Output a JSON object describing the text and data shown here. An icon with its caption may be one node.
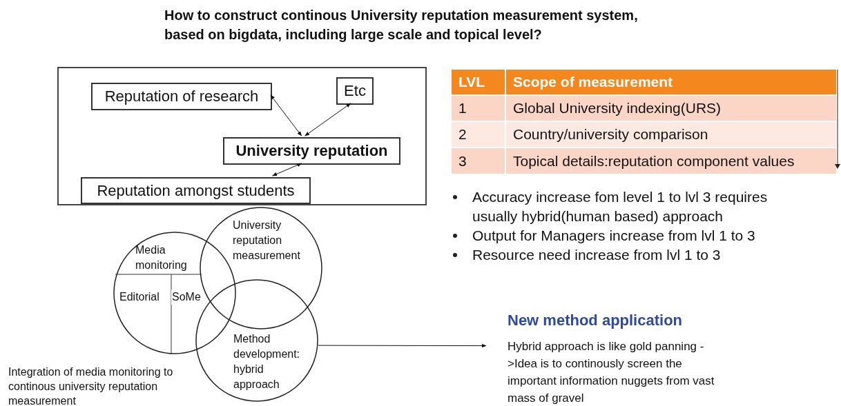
{
  "diagram": {
    "title": "How to construct continous University reputation measurement system, based on bigdata, including large scale and topical level?",
    "nodes": [
      {
        "text": [],
        "shape": "box"
      },
      {
        "text": [
          "Reputation of research"
        ],
        "in": 0
      },
      {
        "text": [
          "Etc"
        ],
        "in": 0
      },
      {
        "text": [
          "University reputation"
        ],
        "in": 0
      },
      {
        "text": [
          "Reputation amongst students"
        ],
        "in": 0
      },
      {
        "text": [
          "Media monitoring",
          "Editorial",
          "SoMe"
        ]
      },
      {
        "text": [
          "University reputation measurement"
        ]
      },
      {
        "text": [
          "Method development: hybrid approach"
        ]
      },
      {
        "text": [
          "New method application",
          "Hybrid approach is like gold panning ->Idea is to continously screen the important information nuggets from vast mass of gravel"
        ]
      }
    ],
    "edges": [
      {
        "from": 1,
        "to": 3,
        "arrow": "both"
      },
      {
        "from": 2,
        "to": 3,
        "arrow": "both"
      },
      {
        "from": 4,
        "to": 3,
        "arrow": "both"
      },
      {
        "from": 7,
        "to": 8,
        "arrow": "to"
      }
    ],
    "labels": [
      "LVL",
      "Scope of measurement",
      "1",
      "Global University indexing(URS)",
      "2",
      "Country/university comparison",
      "3",
      "Topical details:reputation component values",
      "Accuracy increase fom level 1 to lvl 3 requires usually hybrid(human based) approach",
      "Output for Managers increase from lvl 1 to 3",
      "Resource need increase from lvl 1 to 3",
      "Integration of media monitoring to continous university reputation measurement"
    ]
  }
}
